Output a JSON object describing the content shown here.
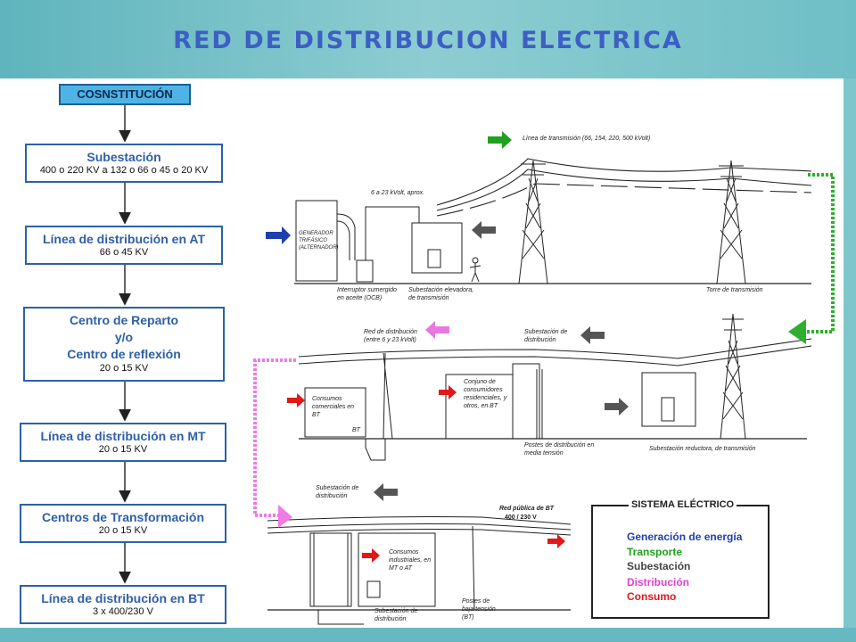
{
  "title": "RED DE DISTRIBUCION ELECTRICA",
  "flow": {
    "heading": "COSNSTITUCIÓN",
    "steps": [
      {
        "name": "Subestación",
        "detail": "400 o 220 KV a 132 o 66 o 45 o 20 KV"
      },
      {
        "name": "Línea de distribución en AT",
        "detail": "66 o 45 KV"
      },
      {
        "name": "Centro de Reparto\ny/o\nCentro de reflexión",
        "detail": "20 o 15 KV"
      },
      {
        "name": "Línea de distribución en MT",
        "detail": "20 o 15 KV"
      },
      {
        "name": "Centros de Transformación",
        "detail": "20 o 15 KV"
      },
      {
        "name": "Línea de distribución en BT",
        "detail": "3 x 400/230 V"
      }
    ]
  },
  "diagram_labels": {
    "transmission_line": "Línea de transmisión (66, 154, 220, 500 kVolt)",
    "voltage_gen": "6 a 23 kVolt, aprox.",
    "generator": "GENERADOR TRIFÁSICO (ALTERNADOR)",
    "breaker": "Interruptor sumergido en aceite (OCB)",
    "step_up": "Subestación elevadora, de transmisión",
    "tower": "Torre de transmisión",
    "dist_net": "Red de distribución (entre 6 y 23 kVolt)",
    "dist_sub_1": "Subestación de distribución",
    "commercial": "Consumos comerciales en BT",
    "residential": "Conjuno de consumidores residenciales, y otros, en BT",
    "bt1": "BT",
    "mv_posts": "Postes de distribución en media tensión",
    "step_down": "Subestación reductora, de transmisión",
    "dist_sub_2": "Subestación de distribución",
    "public_net": "Red pública de BT",
    "public_volt": "400 / 230 V",
    "industrial": "Consumos industriales, en MT o AT",
    "dist_sub_3": "Subestación de distribución",
    "lv_posts": "Postes de baja tensión (BT)"
  },
  "legend": {
    "title": "SISTEMA ELÉCTRICO",
    "items": [
      {
        "label": "Generación de energía",
        "color": "#1f3fae"
      },
      {
        "label": "Transporte",
        "color": "#20a020"
      },
      {
        "label": "Subestación",
        "color": "#444444"
      },
      {
        "label": "Distribución",
        "color": "#e040d0"
      },
      {
        "label": "Consumo",
        "color": "#e01818"
      }
    ]
  },
  "colors": {
    "header": "#7ec6cb",
    "title": "#3d5fc4",
    "box_border": "#2a62a8",
    "box_text": "#2e5fa8"
  }
}
